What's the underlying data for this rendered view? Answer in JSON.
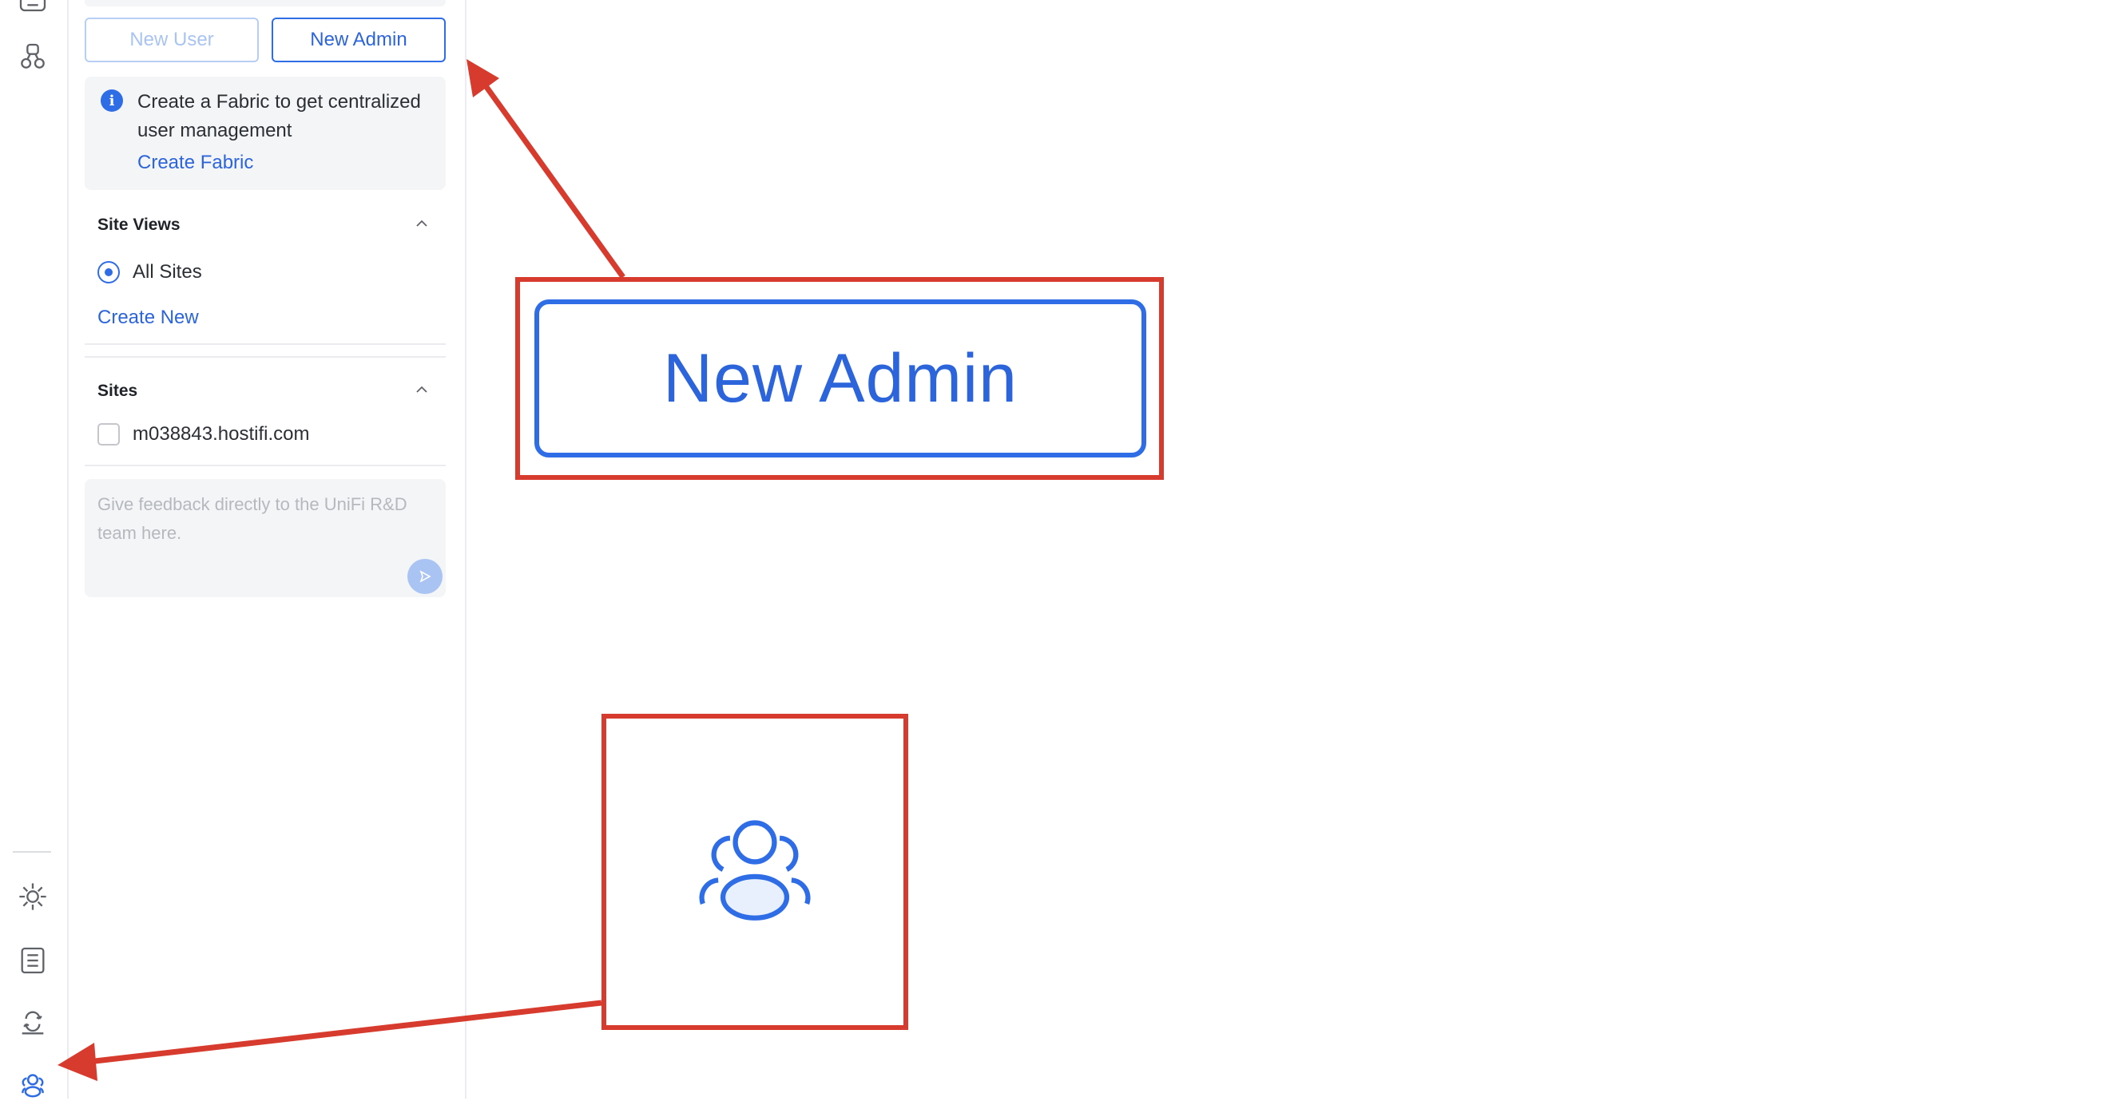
{
  "sidebar_panel": {
    "buttons": {
      "new_user": "New User",
      "new_admin": "New Admin"
    },
    "info": {
      "message": "Create a Fabric to get centralized user management",
      "link": "Create Fabric"
    },
    "site_views": {
      "title": "Site Views",
      "selected_option": "All Sites",
      "create_link": "Create New"
    },
    "sites": {
      "title": "Sites",
      "items": [
        "m038843.hostifi.com"
      ]
    },
    "feedback": {
      "placeholder": "Give feedback directly to the UniFi R&D team here."
    }
  },
  "icon_rail": {
    "icons": [
      "device-icon",
      "topology-icon",
      "integrations-icon",
      "logs-icon",
      "backup-icon",
      "admins-users-icon"
    ],
    "active": "admins-users-icon"
  },
  "annotations": {
    "zoom_label": "New Admin",
    "zoom_icon": "admins-users-icon",
    "highlight_color": "#d63b2d"
  },
  "colors": {
    "accent": "#2f6de6",
    "accent_light": "#a9c4f3",
    "panel_bg": "#f4f5f6"
  }
}
